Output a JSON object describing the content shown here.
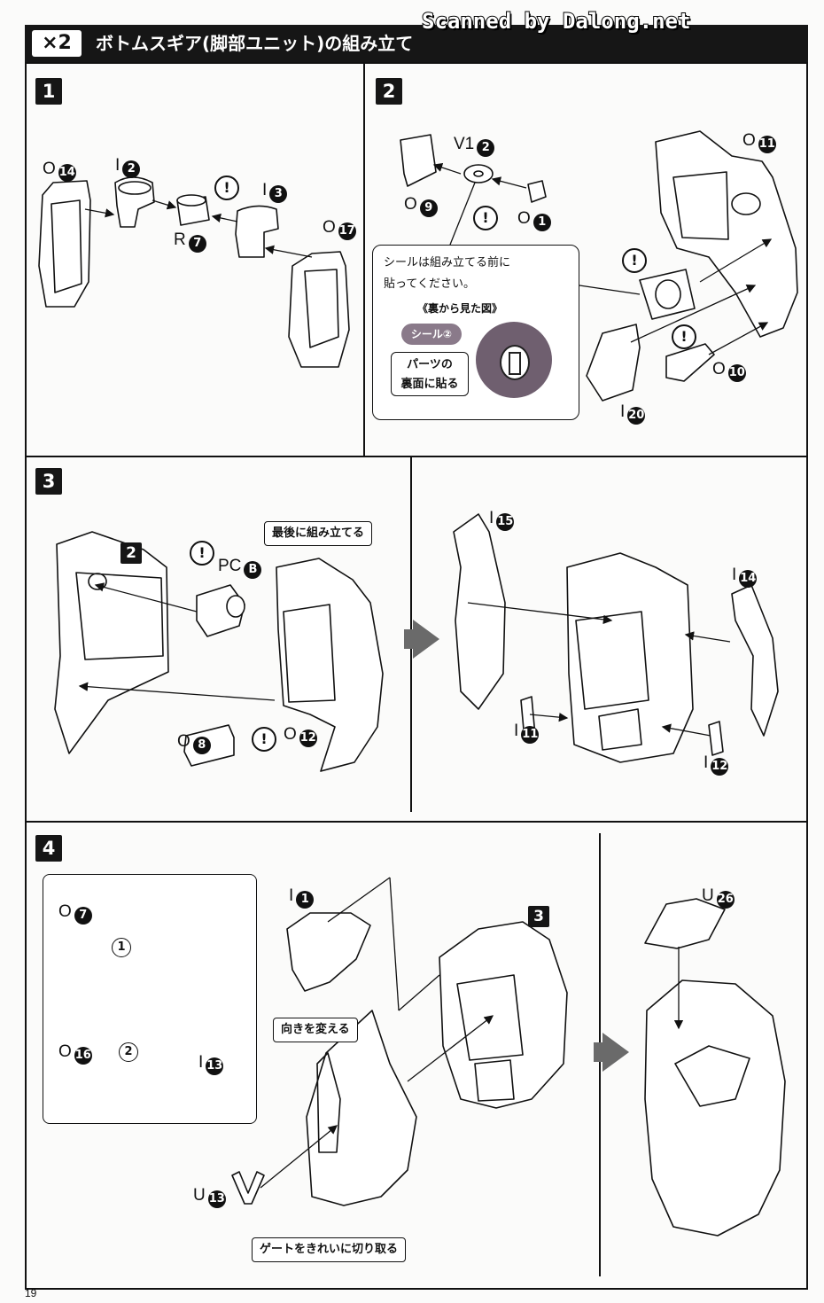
{
  "header": {
    "multiplier": "×2",
    "title": "ボトムスギア(脚部ユニット)の組み立て",
    "watermark": "Scanned by Dalong.net"
  },
  "steps": [
    "1",
    "2",
    "3",
    "4"
  ],
  "step1": {
    "labels": [
      {
        "letter": "O",
        "num": "14"
      },
      {
        "letter": "I",
        "num": "2"
      },
      {
        "letter": "R",
        "num": "7"
      },
      {
        "letter": "I",
        "num": "3"
      },
      {
        "letter": "O",
        "num": "17"
      }
    ]
  },
  "step2": {
    "labels": [
      {
        "letter": "V1",
        "num": "2"
      },
      {
        "letter": "O",
        "num": "9"
      },
      {
        "letter": "O",
        "num": "1"
      },
      {
        "letter": "O",
        "num": "11"
      },
      {
        "letter": "O",
        "num": "10"
      },
      {
        "letter": "I",
        "num": "20"
      }
    ],
    "note_line1": "シールは組み立てる前に",
    "note_line2": "貼ってください。",
    "view_label": "《裏から見た図》",
    "seal_label": "シール②",
    "back_line1": "パーツの",
    "back_line2": "裏面に貼る"
  },
  "step3": {
    "sub_ref": "2",
    "callout": "最後に組み立てる",
    "labels": [
      {
        "letter": "PC",
        "num": "B"
      },
      {
        "letter": "O",
        "num": "8"
      },
      {
        "letter": "O",
        "num": "12"
      },
      {
        "letter": "I",
        "num": "15"
      },
      {
        "letter": "I",
        "num": "14"
      },
      {
        "letter": "I",
        "num": "11"
      },
      {
        "letter": "I",
        "num": "12"
      }
    ]
  },
  "step4": {
    "sub_ref": "3",
    "callout_turn": "向きを変える",
    "callout_gate": "ゲートをきれいに切り取る",
    "bubbles": [
      "1",
      "2"
    ],
    "labels": [
      {
        "letter": "O",
        "num": "7"
      },
      {
        "letter": "O",
        "num": "16"
      },
      {
        "letter": "I",
        "num": "13"
      },
      {
        "letter": "I",
        "num": "1"
      },
      {
        "letter": "U",
        "num": "13"
      },
      {
        "letter": "U",
        "num": "26"
      }
    ]
  },
  "warning_symbol": "!",
  "page_number": "19"
}
